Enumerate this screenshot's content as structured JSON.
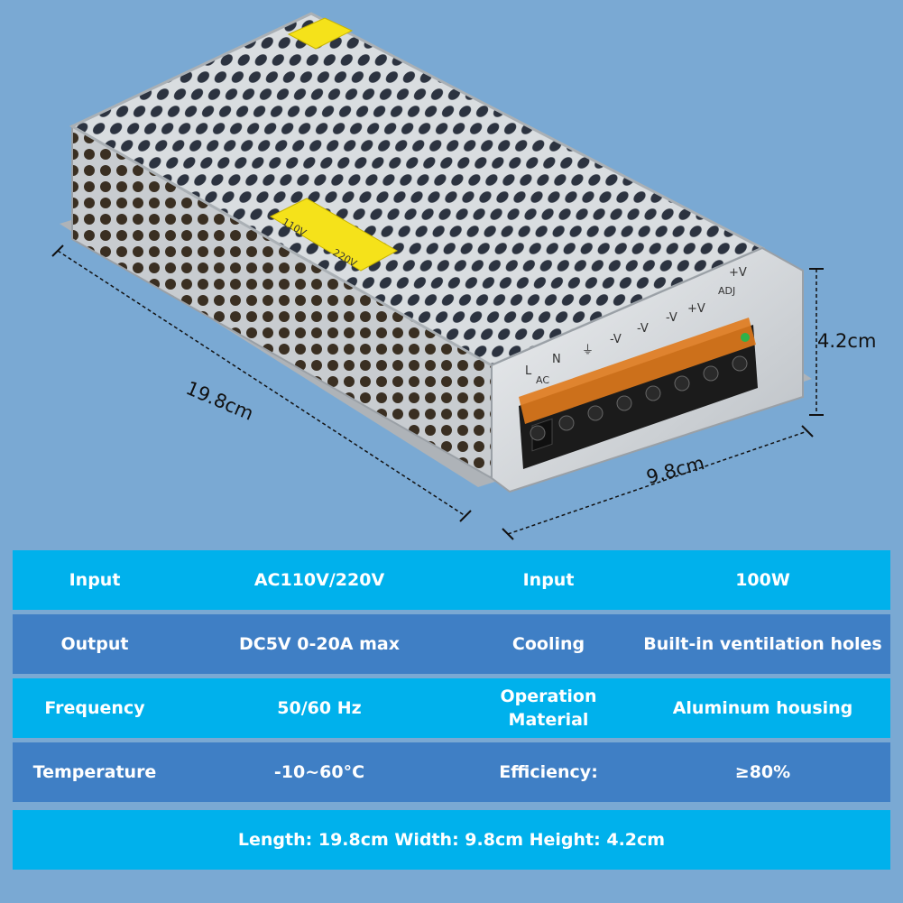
{
  "dimensions": {
    "length": "19.8cm",
    "width": "9.8cm",
    "height": "4.2cm"
  },
  "labels": {
    "top_sticker_voltage_low": "110V",
    "top_sticker_voltage_high": "220V",
    "terminal_markings": [
      "L",
      "N",
      "AC",
      "⏚",
      "-V",
      "-V",
      "-V",
      "+V",
      "+V",
      "ADJ"
    ]
  },
  "specs": {
    "rows": [
      {
        "k1": "Input",
        "v1": "AC110V/220V",
        "k2": "Input",
        "v2": "100W"
      },
      {
        "k1": "Output",
        "v1": "DC5V 0-20A max",
        "k2": "Cooling",
        "v2": "Built-in ventilation holes"
      },
      {
        "k1": "Frequency",
        "v1": "50/60 Hz",
        "k2": "Operation Material",
        "v2": "Aluminum housing"
      },
      {
        "k1": "Temperature",
        "v1": "-10~60°C",
        "k2": "Efficiency:",
        "v2": "≥80%"
      }
    ],
    "summary": "Length: 19.8cm Width: 9.8cm Height: 4.2cm"
  },
  "colors": {
    "background": "#7aa9d3",
    "row_light": "#00b1ec",
    "row_dark": "#3f7fc5",
    "terminal_orange": "#e07a1c",
    "sticker_yellow": "#f5e21a"
  }
}
